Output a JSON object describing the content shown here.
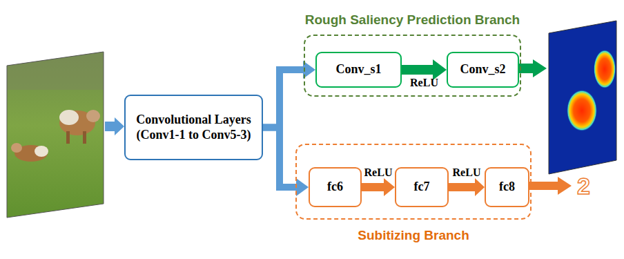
{
  "diagram": {
    "nodes": [
      {
        "text": [
          "Rough Saliency Prediction Branch"
        ]
      },
      {
        "text": [
          "Conv_s1"
        ],
        "in": 0
      },
      {
        "text": [
          "Conv_s2"
        ],
        "in": 0
      },
      {
        "text": [
          "Convolutional Layers (Conv1-1 to Conv5-3)"
        ]
      },
      {
        "text": [
          "Subitizing Branch"
        ]
      },
      {
        "text": [
          "fc6"
        ],
        "in": 4
      },
      {
        "text": [
          "fc7"
        ],
        "in": 4
      },
      {
        "text": [
          "fc8"
        ],
        "in": 4
      }
    ],
    "edges": [
      {
        "from": 3,
        "to": 1,
        "arrow": "to"
      },
      {
        "from": 3,
        "to": 5,
        "arrow": "to"
      },
      {
        "from": 1,
        "to": 2,
        "label": "ReLU",
        "arrow": "to"
      },
      {
        "from": 5,
        "to": 6,
        "label": "ReLU",
        "arrow": "to"
      },
      {
        "from": 6,
        "to": 7,
        "label": "ReLU",
        "arrow": "to"
      }
    ],
    "labels": [
      "2"
    ]
  }
}
